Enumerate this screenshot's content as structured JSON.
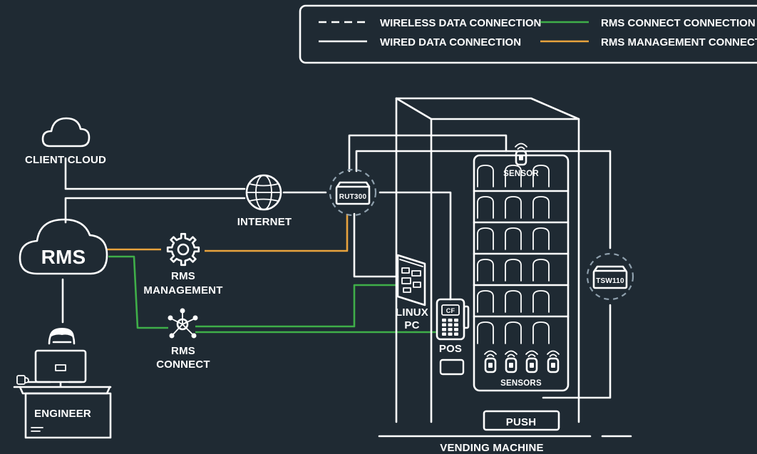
{
  "legend": {
    "wireless": "WIRELESS DATA CONNECTION",
    "wired": "WIRED DATA CONNECTION",
    "rms_connect": "RMS CONNECT CONNECTION",
    "rms_management": "RMS MANAGEMENT CONNECTION"
  },
  "labels": {
    "client_cloud": "CLIENT CLOUD",
    "rms": "RMS",
    "internet": "INTERNET",
    "rut300": "RUT300",
    "rms_management_1": "RMS",
    "rms_management_2": "MANAGEMENT",
    "rms_connect_1": "RMS",
    "rms_connect_2": "CONNECT",
    "engineer": "ENGINEER",
    "linux_pc_1": "LINUX",
    "linux_pc_2": "PC",
    "pos": "POS",
    "sensor": "SENSOR",
    "sensors": "SENSORS",
    "tsw110": "TSW110",
    "push": "PUSH",
    "vending_machine": "VENDING MACHINE",
    "card_label": "CF"
  },
  "colors": {
    "background": "#1f2a33",
    "line": "#ffffff",
    "rms_connect": "#3fae49",
    "rms_management": "#e8a33d",
    "wireless_ring": "#8fa0ad"
  },
  "icons": [
    "cloud-icon",
    "globe-icon",
    "router-icon",
    "gear-icon",
    "network-hub-icon",
    "engineer-icon",
    "linux-pc-icon",
    "pos-terminal-icon",
    "sensor-icon",
    "switch-icon"
  ]
}
